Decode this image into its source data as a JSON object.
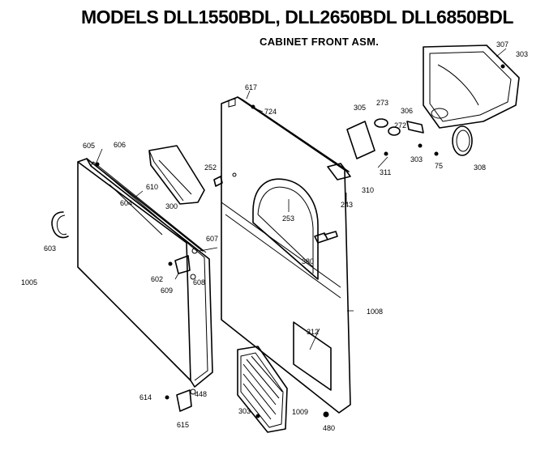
{
  "title": "MODELS DLL1550BDL, DLL2650BDL  DLL6850BDL",
  "subtitle": "CABINET FRONT ASM.",
  "callouts": [
    "605",
    "606",
    "610",
    "604",
    "603",
    "1005",
    "602",
    "609",
    "608",
    "607",
    "300",
    "252",
    "617",
    "724",
    "253",
    "380",
    "1008",
    "312",
    "1009",
    "303",
    "480",
    "614",
    "448",
    "615",
    "305",
    "273",
    "272",
    "311",
    "306",
    "303",
    "75",
    "307",
    "303",
    "308",
    "243",
    "310"
  ]
}
